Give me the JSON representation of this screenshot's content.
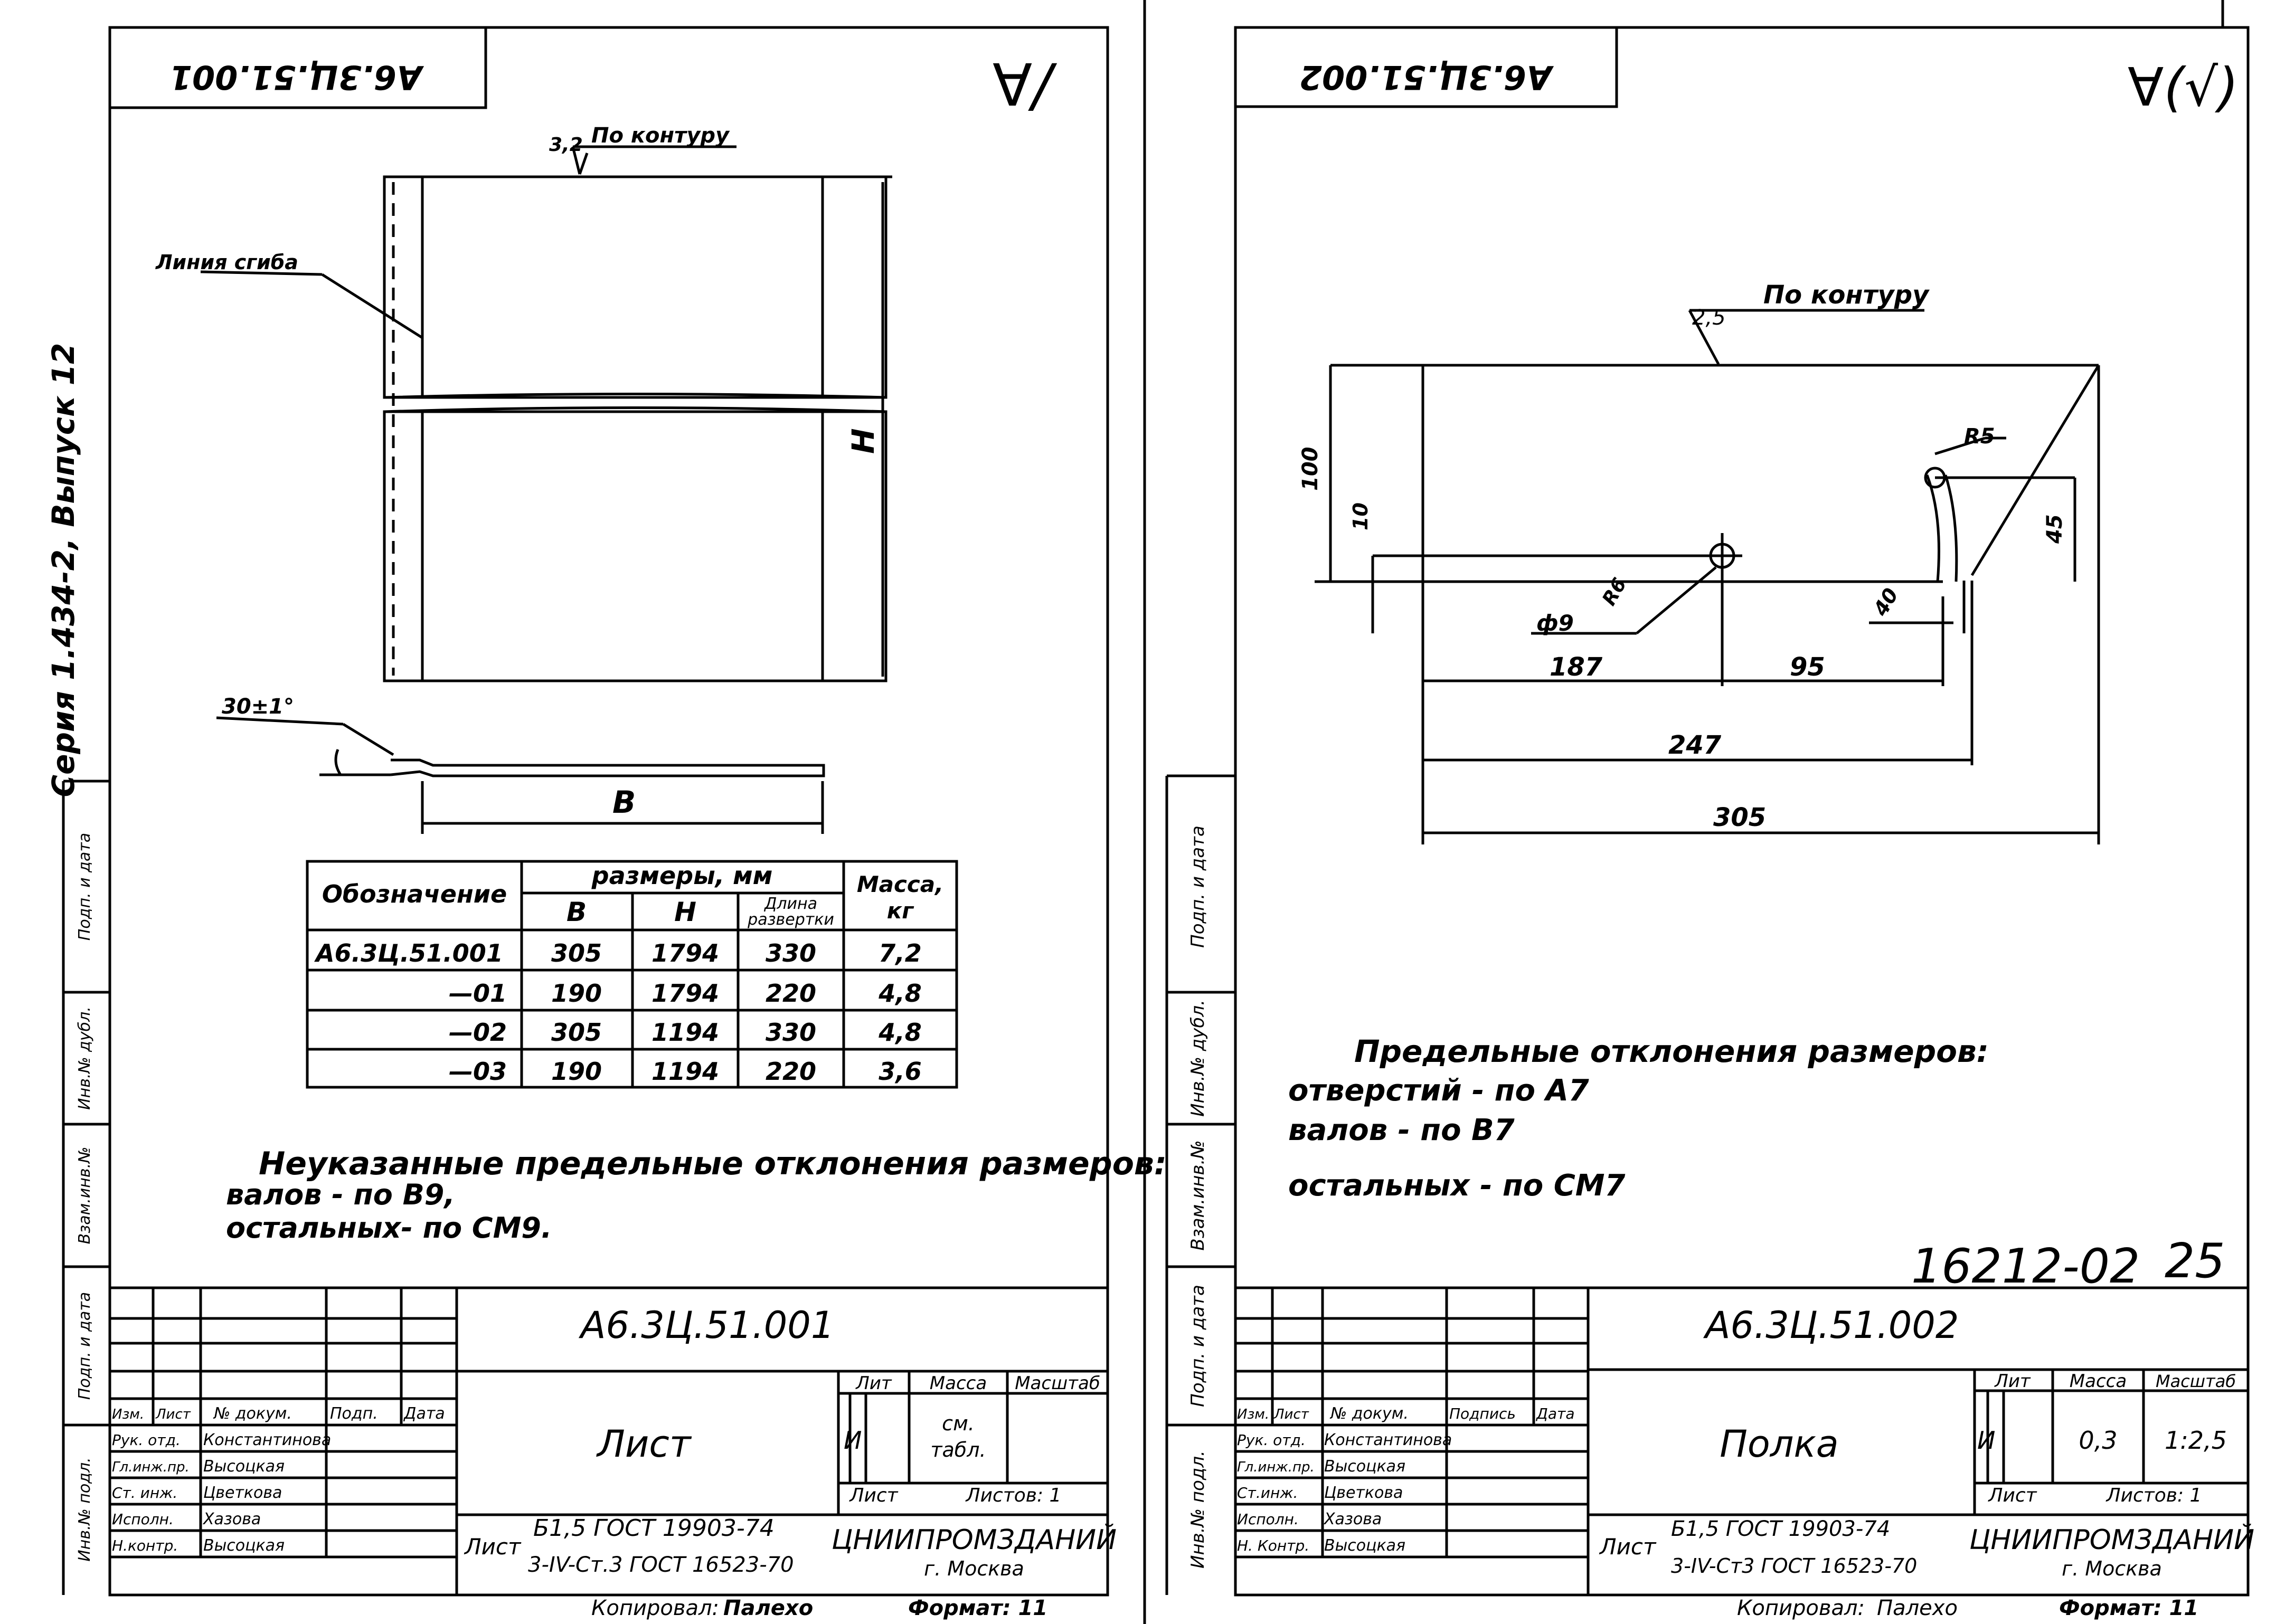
{
  "sheet1": {
    "mirror_title": "А6.3Ц.51.001",
    "roughness": "∀/",
    "contour_label": "По контуру",
    "contour_prefix": "3,2",
    "bend_line_label": "Линия сгиба",
    "angle_label": "30±1°",
    "dim_h": "H",
    "dim_b": "B",
    "table": {
      "col_designation": "Обозначение",
      "col_sizes": "размеры, мм",
      "col_b": "B",
      "col_h": "H",
      "col_length_1": "Длина",
      "col_length_2": "развертки",
      "col_mass_1": "Масса,",
      "col_mass_2": "кг",
      "rows": [
        {
          "d": "А6.3Ц.51.001",
          "b": "305",
          "h": "1794",
          "l": "330",
          "m": "7,2"
        },
        {
          "d": "—01",
          "b": "190",
          "h": "1794",
          "l": "220",
          "m": "4,8"
        },
        {
          "d": "—02",
          "b": "305",
          "h": "1194",
          "l": "330",
          "m": "4,8"
        },
        {
          "d": "—03",
          "b": "190",
          "h": "1194",
          "l": "220",
          "m": "3,6"
        }
      ]
    },
    "note_1": "Неуказанные предельные отклонения размеров:",
    "note_2": "валов   - по B9,",
    "note_3": "остальных- по СМ9.",
    "stamp": {
      "code": "А6.3Ц.51.001",
      "name": "Лист",
      "lit_header": "Лит",
      "mass_header": "Масса",
      "scale_header": "Масштаб",
      "lit_value": "И",
      "mass_value_1": "см.",
      "mass_value_2": "табл.",
      "sheet_label": "Лист",
      "sheets_label": "Листов: 1",
      "material_prefix": "Лист",
      "material_1": "Б1,5  ГОСТ 19903-74",
      "material_2": "3-IV-Ст.3 ГОСТ 16523-70",
      "org_1": "ЦНИИПРОМЗДАНИЙ",
      "org_2": "г. Москва",
      "headers": [
        "Изм.",
        "Лист",
        "№ докум.",
        "Подп.",
        "Дата"
      ],
      "people": [
        {
          "role": "Рук. отд.",
          "name": "Константинова"
        },
        {
          "role": "Гл.инж.пр.",
          "name": "Высоцкая"
        },
        {
          "role": "Ст. инж.",
          "name": "Цветкова"
        },
        {
          "role": "Исполн.",
          "name": "Хазова"
        },
        {
          "role": "Н.контр.",
          "name": "Высоцкая"
        }
      ],
      "copied_label": "Копировал:",
      "copied_name": "Палехо",
      "format_label": "Формат: 11"
    },
    "side_series": "Серия 1.434-2, Выпуск 12",
    "side_labels": [
      "Инв.№ подл.",
      "Подп. и дата",
      "Взам.инв.№",
      "Инв.№ дубл.",
      "Подп. и дата"
    ]
  },
  "sheet2": {
    "mirror_title": "А6.3Ц.51.002",
    "roughness": "∀(√)",
    "contour_label": "По контуру",
    "contour_prefix": "2,5",
    "dims": {
      "d100": "100",
      "d10": "10",
      "d45": "45",
      "r5": "R5",
      "d40": "40",
      "phi9": "ф9",
      "r6": "R6",
      "d187": "187",
      "d95": "95",
      "d247": "247",
      "d305": "305"
    },
    "note_1": "Предельные отклонения размеров:",
    "note_2": "отверстий  - по A7",
    "note_3": "валов         - по B7",
    "note_4": "остальных  - по СМ7",
    "doc_number": "16212-02",
    "page_number": "25",
    "stamp": {
      "code": "А6.3Ц.51.002",
      "name": "Полка",
      "lit_header": "Лит",
      "mass_header": "Масса",
      "scale_header": "Масштаб",
      "lit_value": "И",
      "mass_value": "0,3",
      "scale_value": "1:2,5",
      "sheet_label": "Лист",
      "sheets_label": "Листов: 1",
      "material_prefix": "Лист",
      "material_1": "Б1,5  ГОСТ 19903-74",
      "material_2": "3-IV-Ст3  ГОСТ 16523-70",
      "org_1": "ЦНИИПРОМЗДАНИЙ",
      "org_2": "г. Москва",
      "headers": [
        "Изм.",
        "Лист",
        "№ докум.",
        "Подпись",
        "Дата"
      ],
      "people": [
        {
          "role": "Рук. отд.",
          "name": "Константинова"
        },
        {
          "role": "Гл.инж.пр.",
          "name": "Высоцкая"
        },
        {
          "role": "Ст.инж.",
          "name": "Цветкова"
        },
        {
          "role": "Исполн.",
          "name": "Хазова"
        },
        {
          "role": "Н. Контр.",
          "name": "Высоцкая"
        }
      ],
      "copied_label": "Копировал:",
      "copied_name": "Палехо",
      "format_label": "Формат: 11"
    },
    "side_labels": [
      "Инв.№ подл.",
      "Подп. и дата",
      "Взам.инв.№",
      "Инв.№ дубл.",
      "Подп. и дата"
    ]
  }
}
